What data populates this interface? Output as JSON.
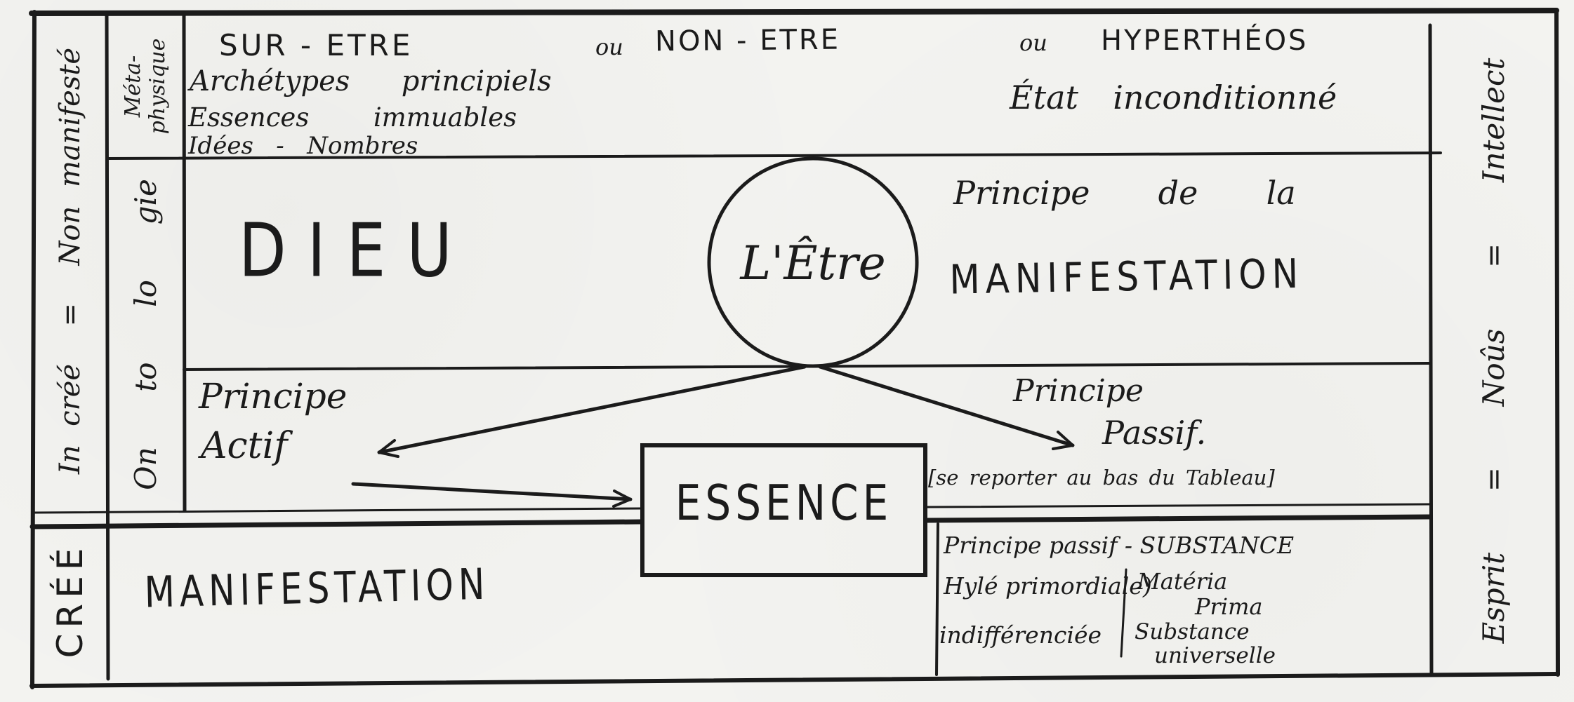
{
  "colors": {
    "ink": "#1b1b1b",
    "paper": "#f3f3f0"
  },
  "left_rail": {
    "uncreated": "In créé  =  Non manifesté",
    "created": "CRÉÉ"
  },
  "domain_rail": {
    "metaphysics_line1": "Méta-",
    "metaphysics_line2": "physique",
    "ontology": "On  to  lo  gie"
  },
  "right_rail": {
    "label": "Esprit  =  Noûs  =  Intellect"
  },
  "metaphysics_row": {
    "sur_etre": "SUR - ETRE",
    "ou1": "ou",
    "non_etre": "NON - ETRE",
    "ou2": "ou",
    "hypertheos": "HYPERTHÉOS",
    "archetypes": "Archétypes  principiels",
    "essences": "Essences  immuables",
    "idees": "Idées   -   Nombres",
    "etat": "État  inconditionné"
  },
  "ontology_row": {
    "god": "DIEU",
    "being": "L'Être",
    "principle_line1": "Principe  de  la",
    "principle_line2": "MANIFESTATION"
  },
  "principles_row": {
    "active_line1": "Principe",
    "active_line2": "Actif",
    "essence": "ESSENCE",
    "passive_line1": "Principe",
    "passive_line2": "Passif.",
    "note": "[se reporter au bas du Tableau]"
  },
  "manifestation_row": {
    "title": "MANIFESTATION",
    "substance_line": "Principe passif - SUBSTANCE",
    "hyle_line1": "Hylé primordiale)",
    "hyle_line2": "indifférenciée",
    "materia_line1": "Matéria",
    "materia_line2": "Prima",
    "universal_line1": "Substance",
    "universal_line2": "universelle"
  }
}
